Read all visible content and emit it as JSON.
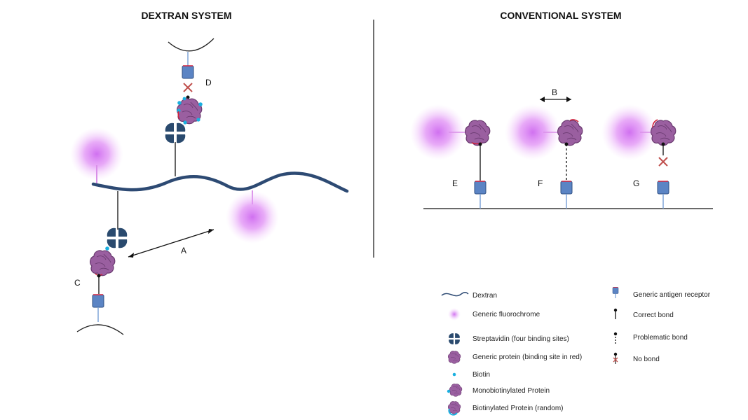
{
  "titles": {
    "left": "DEXTRAN SYSTEM",
    "right": "CONVENTIONAL SYSTEM"
  },
  "labels": {
    "A": "A",
    "B": "B",
    "C": "C",
    "D": "D",
    "E": "E",
    "F": "F",
    "G": "G"
  },
  "legend": {
    "left": [
      {
        "icon": "dextran-wave-icon",
        "label": "Dextran"
      },
      {
        "icon": "fluorochrome-icon",
        "label": "Generic fluorochrome"
      },
      {
        "icon": "streptavidin-icon",
        "label": "Streptavidin (four binding sites)"
      },
      {
        "icon": "protein-icon",
        "label": "Generic protein (binding site in red)"
      },
      {
        "icon": "biotin-icon",
        "label": "Biotin"
      },
      {
        "icon": "monobiotinylated-protein-icon",
        "label": "Monobiotinylated Protein"
      },
      {
        "icon": "biotinylated-protein-random-icon",
        "label": "Biotinylated Protein (random)"
      }
    ],
    "right": [
      {
        "icon": "antigen-receptor-icon",
        "label": "Generic antigen receptor"
      },
      {
        "icon": "correct-bond-icon",
        "label": "Correct bond"
      },
      {
        "icon": "problematic-bond-icon",
        "label": "Problematic bond"
      },
      {
        "icon": "no-bond-icon",
        "label": "No bond"
      }
    ]
  },
  "colors": {
    "dextran": "#2d4a73",
    "fluorochrome": "#d070f0",
    "streptavidin": "#2a4a6e",
    "protein": "#9a5fa0",
    "protein_edge": "#6a3a70",
    "binding_site": "#d0203a",
    "biotin": "#1ab0e0",
    "receptor": "#5b84c4",
    "receptor_stem": "#7fa4d8",
    "no_bond": "#c0504d"
  }
}
